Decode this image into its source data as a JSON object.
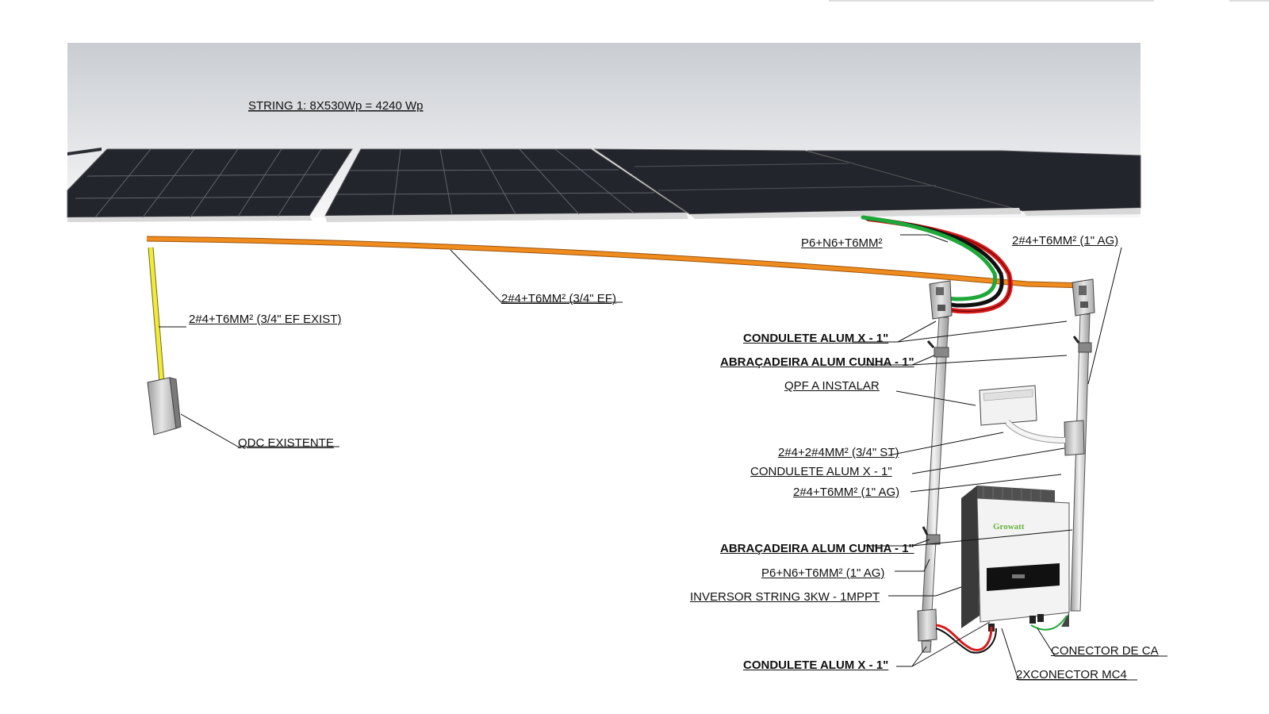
{
  "string_title": "STRING 1: 8X530Wp = 4240 Wp",
  "labels": {
    "ef_exist": "2#4+T6MM² (3/4\" EF EXIST)",
    "ef": "2#4+T6MM² (3/4\" EF)",
    "qdc": "QDC EXISTENTE",
    "p6_top": "P6+N6+T6MM²",
    "ag_top": "2#4+T6MM² (1\" AG)",
    "condulete_1": "CONDULETE ALUM X - 1\"",
    "abracadeira_1": "ABRAÇADEIRA ALUM CUNHA - 1\"",
    "qpf": "QPF A INSTALAR",
    "st": "2#4+2#4MM² (3/4\" ST)",
    "condulete_2": "CONDULETE ALUM X - 1\"",
    "ag_mid": "2#4+T6MM² (1\" AG)",
    "abracadeira_2": "ABRAÇADEIRA ALUM CUNHA - 1\"",
    "p6_ag": "P6+N6+T6MM² (1\" AG)",
    "inversor": "INVERSOR STRING 3KW - 1MPPT",
    "condulete_3": "CONDULETE ALUM X - 1\"",
    "conector_ca": "CONECTOR DE CA",
    "conector_mc4": "2XCONECTOR MC4"
  },
  "inverter_brand": "Growatt",
  "colors": {
    "cable_orange": "#f08c1e",
    "cable_yellow": "#f2ea35",
    "cable_green": "#1fa83a",
    "cable_red": "#d61c1c",
    "panel": "#22252c",
    "sky_top": "#c9cdd2",
    "brand_green": "#6ab23e"
  }
}
